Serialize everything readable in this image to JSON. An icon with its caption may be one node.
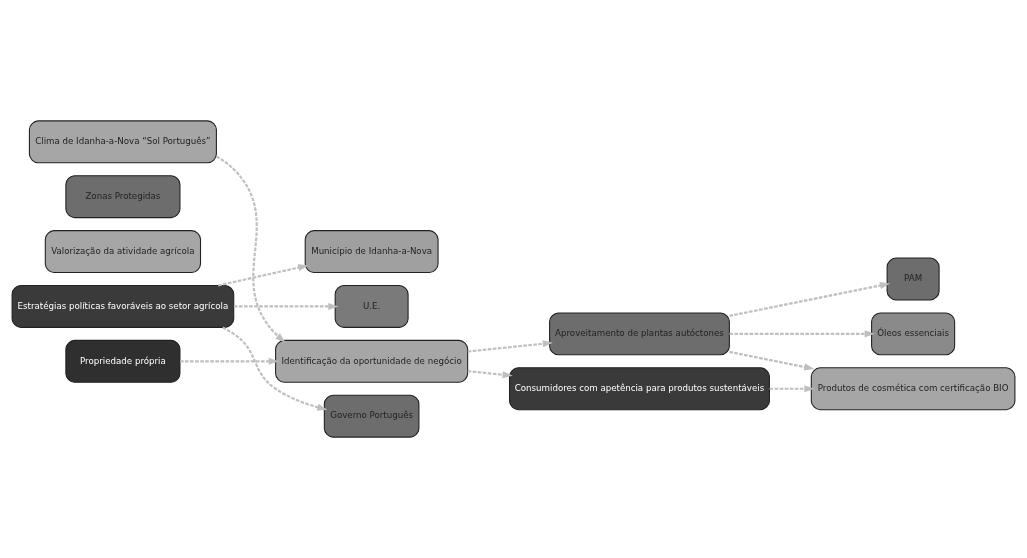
{
  "diagram": {
    "nodes": [
      {
        "text": [
          "Clima de Idanha-a-Nova “Sol Português”"
        ]
      },
      {
        "text": [
          "Zonas Protegidas"
        ]
      },
      {
        "text": [
          "Valorização da atividade agrícola"
        ]
      },
      {
        "text": [
          "Estratégias políticas favoráveis ao setor agrícola"
        ]
      },
      {
        "text": [
          "Propriedade própria"
        ]
      },
      {
        "text": [
          "U.E."
        ]
      },
      {
        "text": [
          "Governo Português"
        ]
      },
      {
        "text": [
          "Município de Idanha-a-Nova"
        ]
      },
      {
        "text": [
          "Identificação da oportunidade de negócio"
        ]
      },
      {
        "text": [
          "Aproveitamento de plantas autóctones"
        ]
      },
      {
        "text": [
          "Óleos essenciais"
        ]
      },
      {
        "text": [
          "PAM"
        ]
      },
      {
        "text": [
          "Produtos de cosmética com certificação BIO"
        ]
      },
      {
        "text": [
          "Consumidores com apetência para produtos sustentáveis"
        ]
      }
    ],
    "edges": [
      {
        "from": 0,
        "to": 8,
        "arrow": "to",
        "style": "dashed"
      },
      {
        "from": 3,
        "to": 5,
        "arrow": "to",
        "style": "dashed"
      },
      {
        "from": 3,
        "to": 6,
        "arrow": "to",
        "style": "dashed"
      },
      {
        "from": 3,
        "to": 7,
        "arrow": "to",
        "style": "dashed"
      },
      {
        "from": 4,
        "to": 8,
        "arrow": "to",
        "style": "dashed"
      },
      {
        "from": 8,
        "to": 9,
        "arrow": "to",
        "style": "dashed"
      },
      {
        "from": 9,
        "to": 10,
        "arrow": "to",
        "style": "dashed"
      },
      {
        "from": 9,
        "to": 11,
        "arrow": "to",
        "style": "dashed"
      },
      {
        "from": 9,
        "to": 12,
        "arrow": "to",
        "style": "dashed"
      },
      {
        "from": 8,
        "to": 13,
        "arrow": "to",
        "style": "dashed"
      },
      {
        "from": 13,
        "to": 12,
        "arrow": "to",
        "style": "dashed"
      }
    ]
  }
}
